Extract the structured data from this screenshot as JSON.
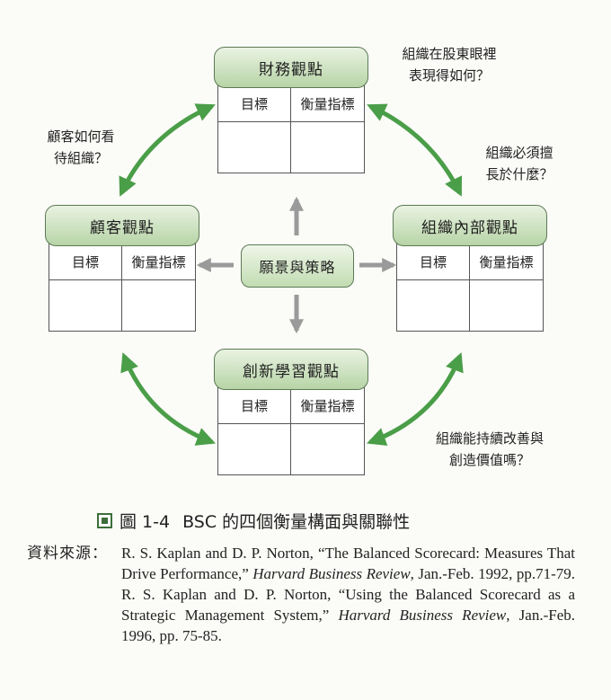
{
  "perspectives": {
    "financial": {
      "title": "財務觀點",
      "col1": "目標",
      "col2": "衡量指標"
    },
    "customer": {
      "title": "顧客觀點",
      "col1": "目標",
      "col2": "衡量指標"
    },
    "internal": {
      "title": "組織內部觀點",
      "col1": "目標",
      "col2": "衡量指標"
    },
    "learning": {
      "title": "創新學習觀點",
      "col1": "目標",
      "col2": "衡量指標"
    }
  },
  "center": "願景與策略",
  "questions": {
    "financial": "組織在股東眼裡\n表現得如何？",
    "customer": "顧客如何看\n待組織？",
    "internal": "組織必須擅\n長於什麼？",
    "learning": "組織能持續改善與\n創造價值嗎？"
  },
  "caption": {
    "figure": "圖 1-4",
    "text": "BSC 的四個衡量構面與關聯性"
  },
  "source": {
    "label": "資料來源：",
    "text": "R. S. Kaplan and D. P. Norton, “The Balanced Scorecard: Measures That Drive Performance,” Harvard Business Review, Jan.-Feb. 1992, pp.71-79. R. S. Kaplan and D. P. Norton, “Using the Balanced Scorecard as a Strategic Management System,” Harvard Business Review, Jan.-Feb. 1996, pp. 75-85."
  },
  "colors": {
    "arrow_green": "#4a9e48",
    "center_arrow_gray": "#9a9a9a",
    "header_green": "#b7d4a6"
  }
}
